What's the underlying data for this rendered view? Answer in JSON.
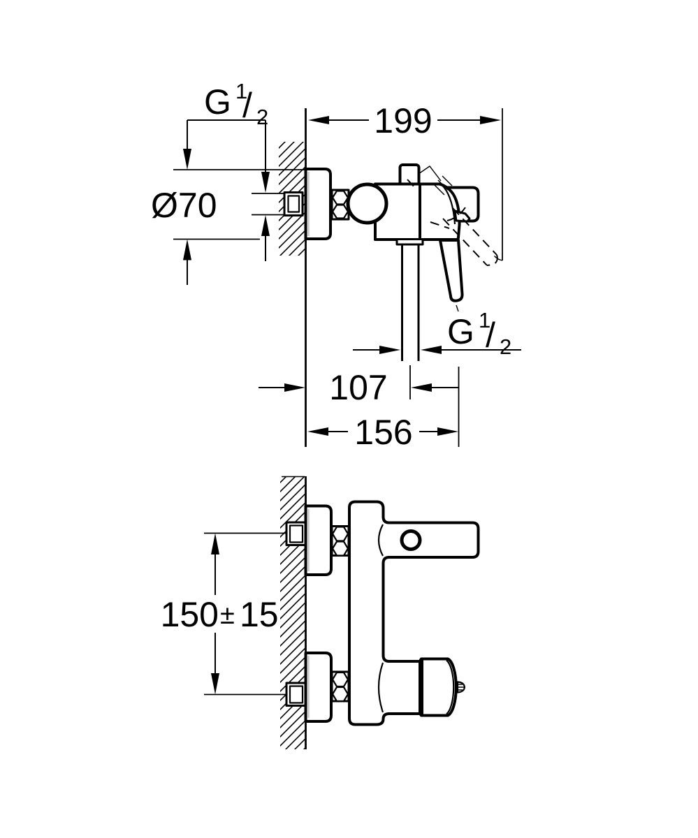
{
  "page": {
    "background_color": "#ffffff",
    "line_color": "#000000",
    "description": "Technical dimensional drawing of a wall-mounted single-lever shower mixer, side view above and front view below"
  },
  "side_view": {
    "name": "side-view",
    "dim_inlet_thread": {
      "prefix": "G",
      "numerator": "1",
      "slash": "/",
      "denominator": "2"
    },
    "dim_projection": {
      "value": "199"
    },
    "dim_rosette_diameter": {
      "value": "Ø70"
    },
    "dim_outlet_thread": {
      "prefix": "G",
      "numerator": "1",
      "slash": "/",
      "denominator": "2"
    },
    "dim_outlet_center": {
      "value": "107"
    },
    "dim_outlet_end": {
      "value": "156"
    }
  },
  "front_view": {
    "name": "front-view",
    "dim_inlet_spacing": {
      "value": "150",
      "plus_minus": "±",
      "tolerance": "15"
    }
  }
}
